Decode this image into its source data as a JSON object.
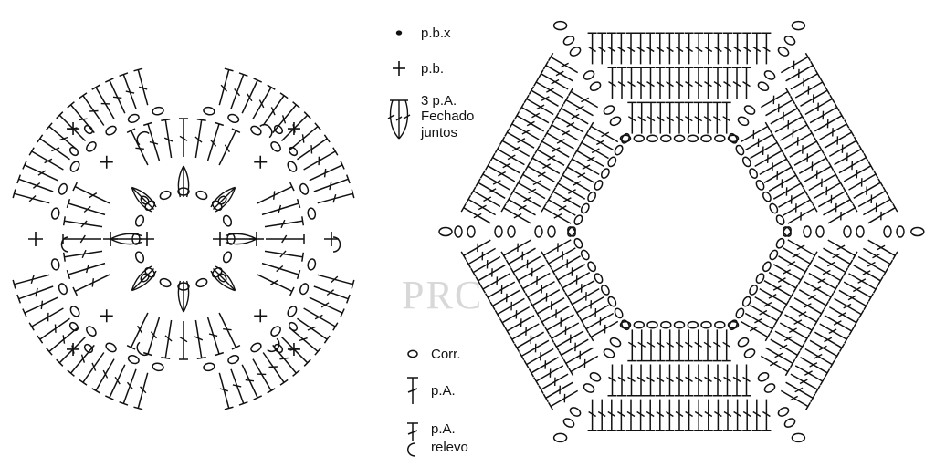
{
  "legend_top": [
    {
      "symbol": "slip-stitch",
      "label": "p.b.x"
    },
    {
      "symbol": "single-crochet",
      "label": "p.b."
    },
    {
      "symbol": "three-dc-cluster",
      "label": "3 p.A.",
      "label_line2": "Fechado",
      "label_line3": "juntos"
    }
  ],
  "legend_bottom": [
    {
      "symbol": "chain",
      "label": "Corr."
    },
    {
      "symbol": "double-crochet",
      "label": "p.A."
    },
    {
      "symbol": "front-post-dc",
      "label": "p.A.",
      "label_line2": "relevo"
    }
  ],
  "watermark": "PRC",
  "colors": {
    "ink": "#111111",
    "background": "#ffffff",
    "watermark": "#b9b9b9"
  }
}
